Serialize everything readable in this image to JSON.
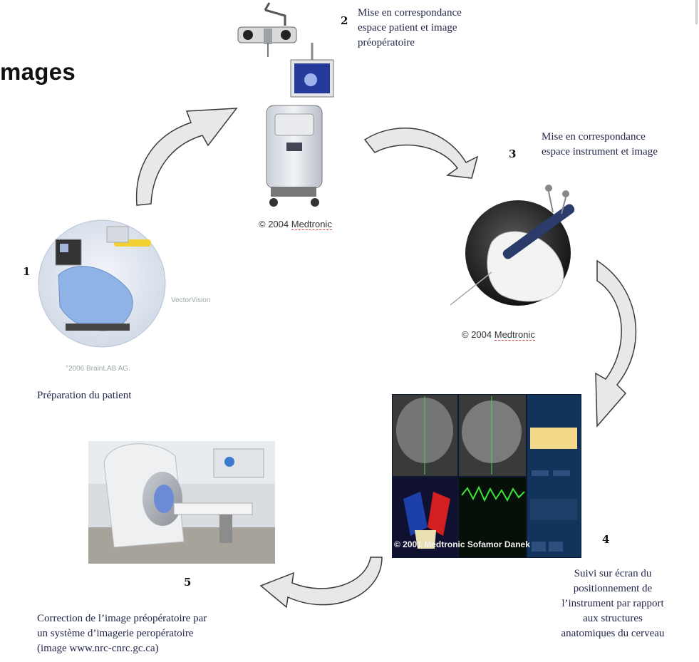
{
  "title": "mages",
  "steps": {
    "s1": {
      "number": "1",
      "caption": "Préparation du patient",
      "credit": "°2006 BrainLAB AG.",
      "brand": "VectorVision"
    },
    "s2": {
      "number": "2",
      "caption": [
        "Mise en correspondance",
        "espace patient et image",
        "préopératoire"
      ],
      "credit_prefix": "© 2004 ",
      "credit_brand": "Medtronic"
    },
    "s3": {
      "number": "3",
      "caption": [
        "Mise en correspondance",
        "espace instrument et image"
      ],
      "credit_prefix": "© 2004 ",
      "credit_brand": "Medtronic"
    },
    "s4": {
      "number": "4",
      "caption": [
        "Suivi sur écran du",
        "positionnement de",
        "l’instrument par rapport",
        "aux structures",
        "anatomiques du cerveau"
      ],
      "screen_credit": "© 2001 Medtronic Sofamor Danek"
    },
    "s5": {
      "number": "5",
      "caption": [
        "Correction de l’image préopératoire par",
        "un système d’imagerie peropératoire",
        "(image www.nrc-cnrc.gc.ca)"
      ]
    }
  },
  "colors": {
    "arrow_fill": "#e6e8ea",
    "arrow_stroke": "#3a3a3a",
    "screen_bg": "#0b1a30",
    "panel_blue": "#1c3fa8"
  }
}
